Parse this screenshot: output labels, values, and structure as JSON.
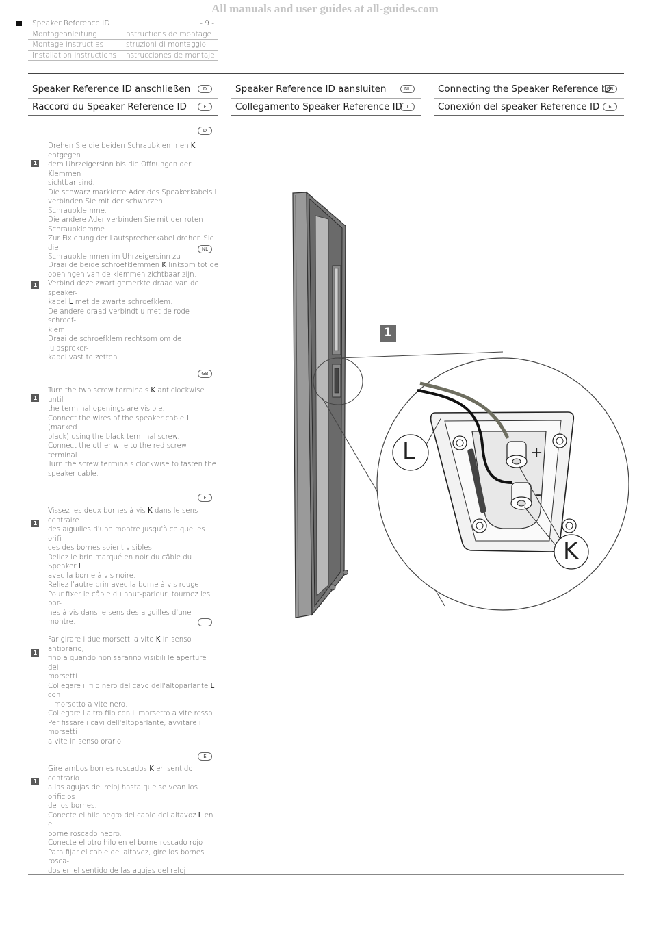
{
  "watermark": "All manuals and user guides at all-guides.com",
  "header": {
    "title": "Speaker Reference ID",
    "page": "- 9 -",
    "rows": [
      [
        "Montageanleitung",
        "Instructions de montage"
      ],
      [
        "Montage-instructies",
        "Istruzioni di montaggio"
      ],
      [
        "Installation instructions",
        "Instrucciones de montaje"
      ]
    ]
  },
  "sections": [
    {
      "title": "Speaker Reference ID anschließen",
      "lang": "D"
    },
    {
      "title": "Speaker Reference ID aansluiten",
      "lang": "NL"
    },
    {
      "title": "Connecting the Speaker Reference ID",
      "lang": "GB"
    },
    {
      "title": "Raccord du Speaker Reference ID",
      "lang": "F"
    },
    {
      "title": "Collegamento Speaker Reference ID",
      "lang": "I"
    },
    {
      "title": "Conexión del speaker Reference ID",
      "lang": "E"
    }
  ],
  "instructions": [
    {
      "lang": "D",
      "step": "1",
      "lines": [
        [
          [
            "Drehen Sie die beiden Schraubklemmen ",
            false
          ],
          [
            "K",
            true
          ],
          [
            " entgegen",
            false
          ]
        ],
        [
          [
            "dem Uhrzeigersinn bis die Öffnungen der Klemmen",
            false
          ]
        ],
        [
          [
            "sichtbar sind.",
            false
          ]
        ],
        [
          [
            "Die schwarz markierte Ader des Speakerkabels ",
            false
          ],
          [
            "L",
            true
          ]
        ],
        [
          [
            "verbinden Sie mit der schwarzen Schraubklemme.",
            false
          ]
        ],
        [
          [
            "Die andere Ader verbinden Sie mit der roten",
            false
          ]
        ],
        [
          [
            "Schraubklemme",
            false
          ]
        ],
        [
          [
            "Zur Fixierung der Lautsprecherkabel drehen Sie die",
            false
          ]
        ],
        [
          [
            "Schraubklemmen im Uhrzeigersinn zu",
            false
          ]
        ]
      ]
    },
    {
      "lang": "NL",
      "step": "1",
      "lines": [
        [
          [
            "Draai de beide schroefklemmen ",
            false
          ],
          [
            "K",
            true
          ],
          [
            " linksom tot de",
            false
          ]
        ],
        [
          [
            "openingen van de klemmen zichtbaar zijn.",
            false
          ]
        ],
        [
          [
            "Verbind deze zwart gemerkte draad van de speaker-",
            false
          ]
        ],
        [
          [
            "kabel ",
            false
          ],
          [
            "L",
            true
          ],
          [
            " met de zwarte schroefklem.",
            false
          ]
        ],
        [
          [
            "De andere draad verbindt u met de rode schroef-",
            false
          ]
        ],
        [
          [
            "klem",
            false
          ]
        ],
        [
          [
            "Draai de schroefklem rechtsom om de luidspreker-",
            false
          ]
        ],
        [
          [
            "kabel vast te zetten.",
            false
          ]
        ]
      ]
    },
    {
      "lang": "GB",
      "step": "1",
      "lines": [
        [
          [
            "Turn the two screw terminals ",
            false
          ],
          [
            "K",
            true
          ],
          [
            " anticlockwise until",
            false
          ]
        ],
        [
          [
            "the terminal openings are visible.",
            false
          ]
        ],
        [
          [
            "Connect the wires of the speaker cable ",
            false
          ],
          [
            "L",
            true
          ],
          [
            " (marked",
            false
          ]
        ],
        [
          [
            "black) using the black terminal screw.",
            false
          ]
        ],
        [
          [
            "Connect the other wire to the red screw terminal.",
            false
          ]
        ],
        [
          [
            "Turn the screw terminals clockwise to fasten the",
            false
          ]
        ],
        [
          [
            "speaker cable.",
            false
          ]
        ]
      ]
    },
    {
      "lang": "F",
      "step": "1",
      "lines": [
        [
          [
            "Vissez les deux bornes à vis ",
            false
          ],
          [
            "K",
            true
          ],
          [
            " dans le sens contraire",
            false
          ]
        ],
        [
          [
            "des aiguilles d'une montre jusqu'à ce que les orifi-",
            false
          ]
        ],
        [
          [
            "ces des bornes soient visibles.",
            false
          ]
        ],
        [
          [
            "Reliez le brin marqué en noir du câble du Speaker ",
            false
          ],
          [
            "L",
            true
          ]
        ],
        [
          [
            "avec la borne à vis noire.",
            false
          ]
        ],
        [
          [
            "Reliez l'autre brin avec la borne à vis rouge.",
            false
          ]
        ],
        [
          [
            "Pour fixer le câble du haut-parleur, tournez les bor-",
            false
          ]
        ],
        [
          [
            "nes à vis dans le sens des aiguilles d'une montre.",
            false
          ]
        ],
        [
          [
            ".",
            false
          ]
        ]
      ]
    },
    {
      "lang": "I",
      "step": "1",
      "lines": [
        [
          [
            "Far girare i due morsetti a vite ",
            false
          ],
          [
            "K",
            true
          ],
          [
            " in senso antiorario,",
            false
          ]
        ],
        [
          [
            "fino a quando non saranno visibili le aperture dei",
            false
          ]
        ],
        [
          [
            "morsetti.",
            false
          ]
        ],
        [
          [
            "Collegare il filo nero del cavo dell'altoparlante ",
            false
          ],
          [
            "L",
            true
          ],
          [
            " con",
            false
          ]
        ],
        [
          [
            "il morsetto a vite nero.",
            false
          ]
        ],
        [
          [
            "Collegare l'altro filo con il morsetto a vite rosso",
            false
          ]
        ],
        [
          [
            "Per fissare i cavi dell'altoparlante, avvitare i morsetti",
            false
          ]
        ],
        [
          [
            "a vite in senso orario",
            false
          ]
        ]
      ]
    },
    {
      "lang": "E",
      "step": "1",
      "lines": [
        [
          [
            "Gire ambos bornes roscados ",
            false
          ],
          [
            "K",
            true
          ],
          [
            " en sentido contrario",
            false
          ]
        ],
        [
          [
            "a las agujas del reloj hasta que se vean los orificios",
            false
          ]
        ],
        [
          [
            "de los bornes.",
            false
          ]
        ],
        [
          [
            "Conecte el hilo negro del cable del altavoz ",
            false
          ],
          [
            "L",
            true
          ],
          [
            " en el",
            false
          ]
        ],
        [
          [
            "borne roscado negro.",
            false
          ]
        ],
        [
          [
            "Conecte el otro hilo en el borne roscado rojo",
            false
          ]
        ],
        [
          [
            "Para fijar el cable del altavoz, gire los bornes rosca-",
            false
          ]
        ],
        [
          [
            "dos en el sentido de las agujas del reloj",
            false
          ]
        ]
      ]
    }
  ],
  "figure": {
    "step": "1",
    "label_L": "L",
    "label_K": "K",
    "plus": "+",
    "minus": "-"
  }
}
